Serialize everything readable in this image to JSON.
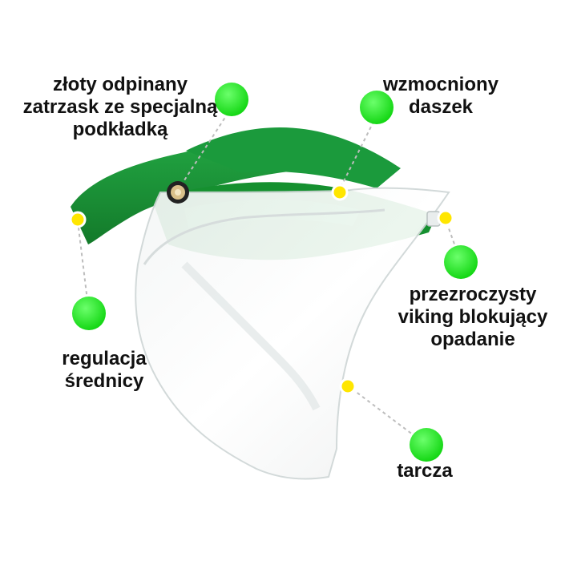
{
  "image": {
    "description_colors": {
      "cap": "#1e9a3a",
      "cap_dark": "#137a2a",
      "marker_green": "#11e811",
      "marker_yellow": "#ffe600",
      "leader_line": "#bdbdbd"
    }
  },
  "labels": {
    "snap": [
      "złoty odpinany",
      "zatrzask ze specjalną",
      "podkładką"
    ],
    "visor": [
      "wzmocniony",
      "daszek"
    ],
    "viking": [
      "przezroczysty",
      "viking blokujący",
      "opadanie"
    ],
    "regulation": [
      "regulacja",
      "średnicy"
    ],
    "shield": [
      "tarcza"
    ]
  }
}
